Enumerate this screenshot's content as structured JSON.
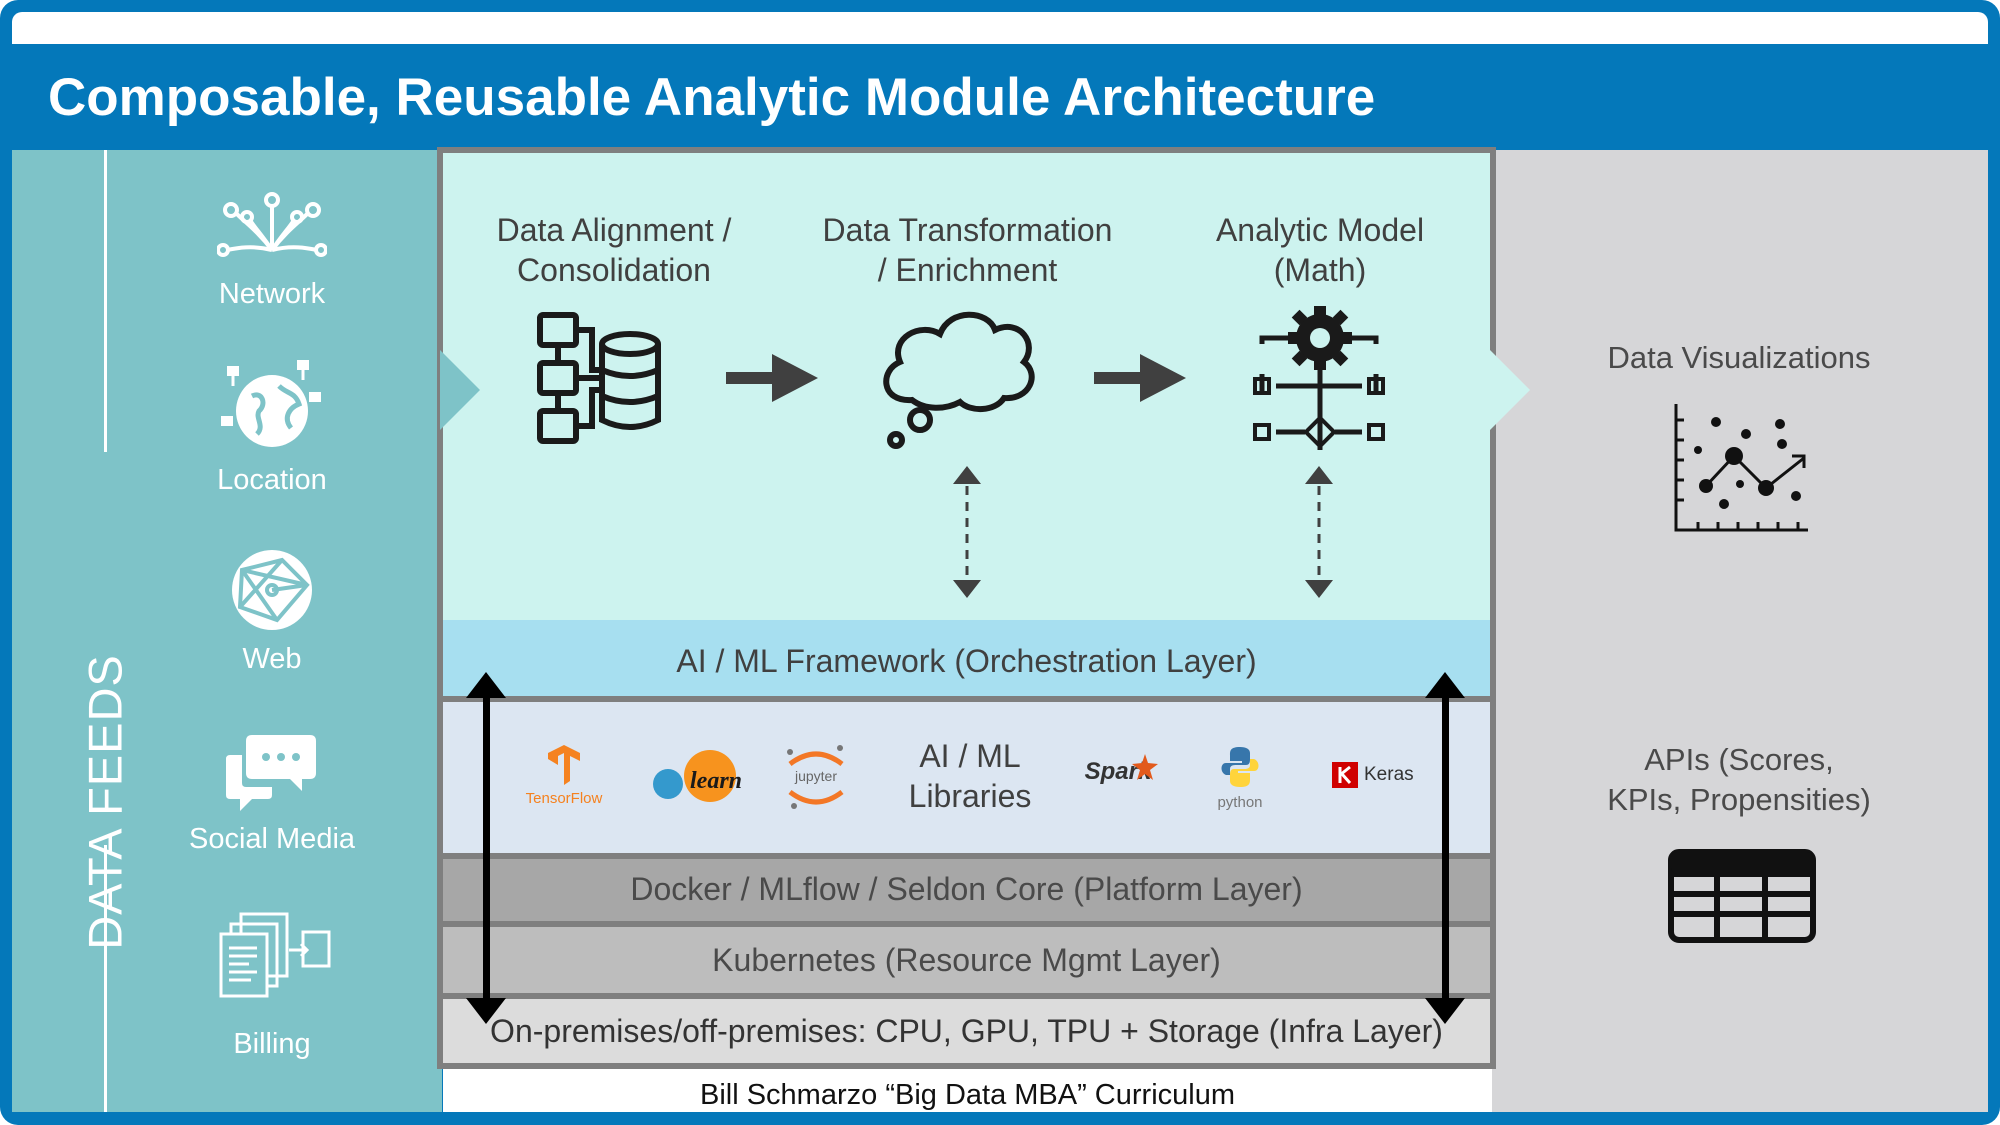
{
  "title": "Composable, Reusable Analytic Module Architecture",
  "data_feeds": {
    "heading": "DATA FEEDS",
    "items": [
      {
        "label": "Network",
        "icon": "network-icon"
      },
      {
        "label": "Location",
        "icon": "globe-location-icon"
      },
      {
        "label": "Web",
        "icon": "web-sphere-icon"
      },
      {
        "label": "Social Media",
        "icon": "chat-bubbles-icon"
      },
      {
        "label": "Billing",
        "icon": "billing-documents-icon"
      }
    ]
  },
  "pipeline": {
    "stages": [
      {
        "line1": "Data Alignment /",
        "line2": "Consolidation",
        "icon": "database-stack-icon"
      },
      {
        "line1": "Data Transformation",
        "line2": "/ Enrichment",
        "icon": "thought-cloud-icon"
      },
      {
        "line1": "Analytic Model",
        "line2": "(Math)",
        "icon": "gear-network-icon"
      }
    ]
  },
  "layers": {
    "orchestration": "AI / ML Framework (Orchestration Layer)",
    "libraries": {
      "title_line1": "AI / ML",
      "title_line2": "Libraries",
      "logos": [
        "TensorFlow",
        "learn",
        "jupyter",
        "Spark",
        "python",
        "Keras"
      ]
    },
    "platform": "Docker / MLflow / Seldon Core (Platform Layer)",
    "resource": "Kubernetes (Resource Mgmt Layer)",
    "infra": "On-premises/off-premises: CPU, GPU, TPU + Storage (Infra Layer)"
  },
  "outputs": {
    "visualizations": {
      "label": "Data Visualizations",
      "icon": "scatter-chart-icon"
    },
    "apis": {
      "line1": "APIs (Scores,",
      "line2": "KPIs, Propensities)",
      "icon": "table-grid-icon"
    }
  },
  "credit": "Bill Schmarzo “Big Data MBA” Curriculum",
  "colors": {
    "frame_blue": "#0478ba",
    "feeds_teal": "#7ec3c8",
    "center_mint": "#cdf3ef",
    "orchestration_blue": "#a7dff0",
    "libraries_lavender": "#dce6f2",
    "outputs_gray": "#d6d6d8"
  }
}
